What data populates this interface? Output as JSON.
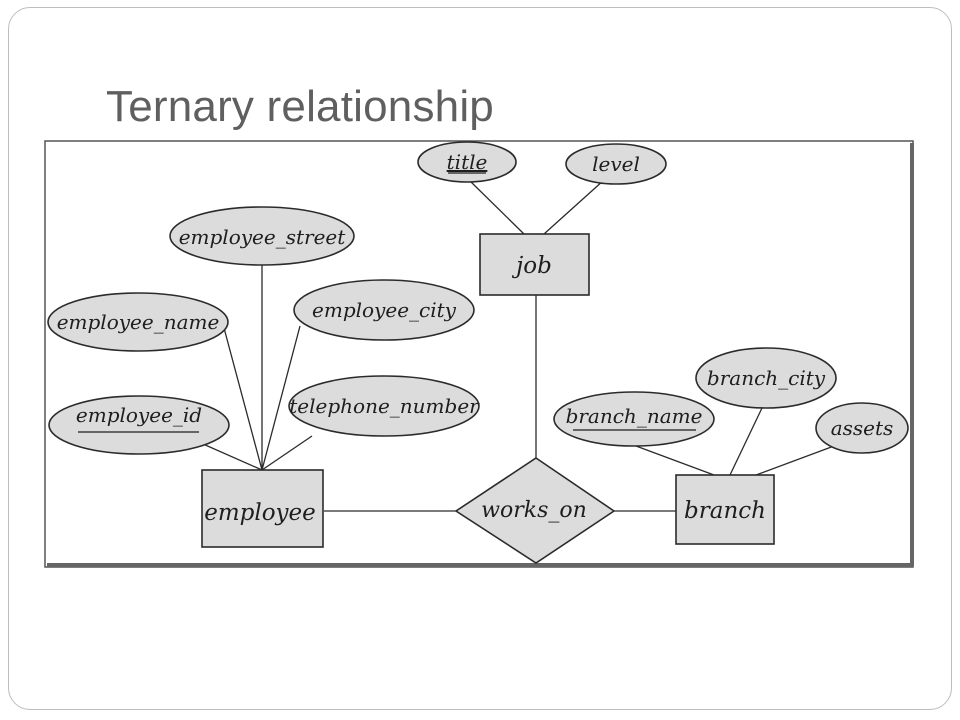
{
  "slide": {
    "title": "Ternary relationship"
  },
  "diagram": {
    "entities": {
      "employee": "employee",
      "job": "job",
      "branch": "branch"
    },
    "relationship": "works_on",
    "attributes": {
      "title": "title",
      "level": "level",
      "employee_street": "employee_street",
      "employee_name": "employee_name",
      "employee_city": "employee_city",
      "employee_id": "employee_id",
      "telephone_number": "telephone_number",
      "branch_city": "branch_city",
      "branch_name": "branch_name",
      "assets": "assets"
    },
    "key_attributes": [
      "title",
      "employee_id",
      "branch_name"
    ]
  },
  "colors": {
    "shape_fill": "#dcdcdc",
    "outline": "#2b2b2b",
    "title_text": "#5f5f5f",
    "slide_border": "#bdbdbd"
  }
}
